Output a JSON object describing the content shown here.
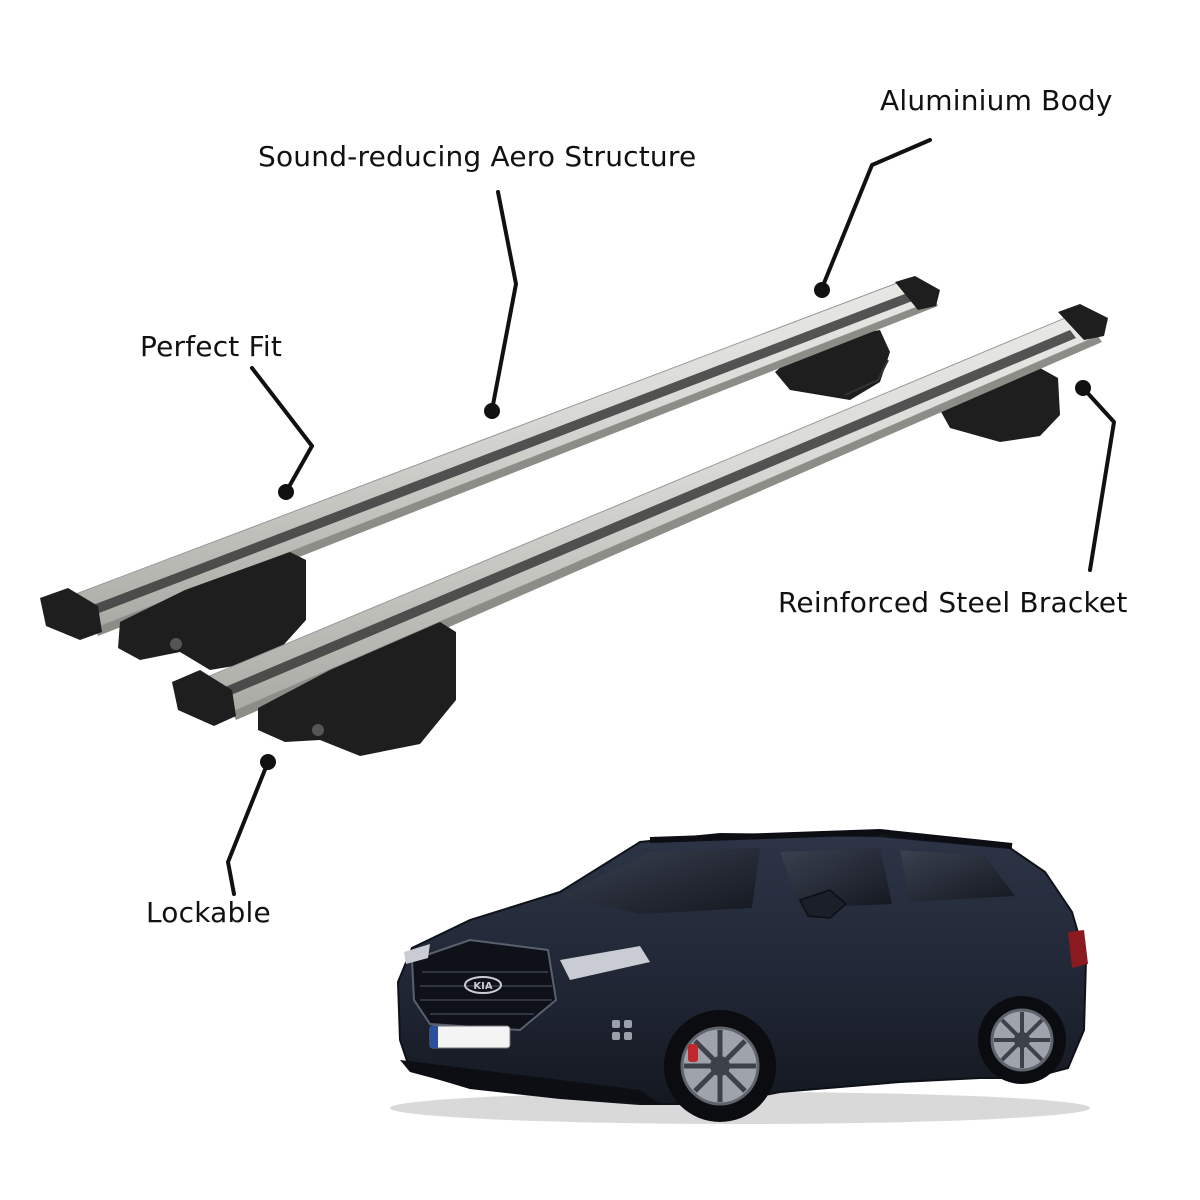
{
  "callouts": {
    "aluminium_body": "Aluminium Body",
    "aero_structure": "Sound-reducing Aero Structure",
    "perfect_fit": "Perfect Fit",
    "steel_bracket": "Reinforced Steel Bracket",
    "lockable": "Lockable"
  },
  "car": {
    "badge": "KIA"
  },
  "colors": {
    "bar_silver": "#d6d6d2",
    "bar_groove": "#3a3a3a",
    "bracket_black": "#1e1e1e",
    "car_body": "#1f2533",
    "leader_line": "#111111",
    "text": "#111111"
  }
}
